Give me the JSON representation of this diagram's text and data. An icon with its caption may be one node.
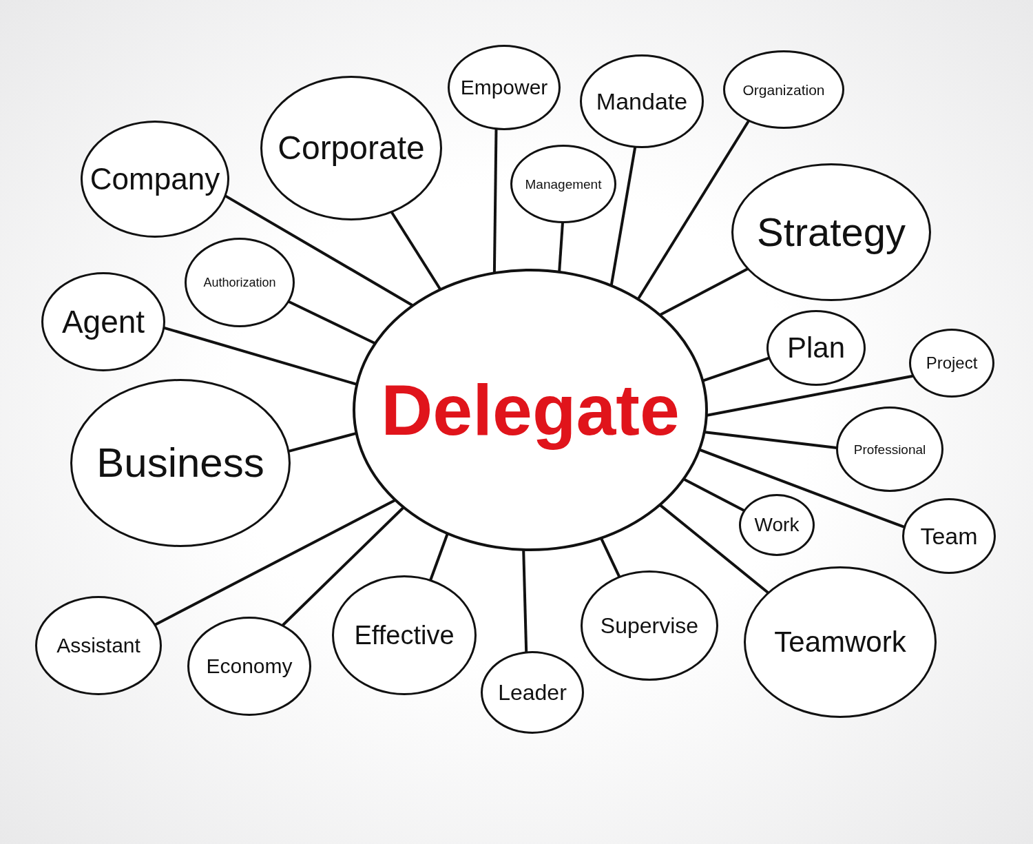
{
  "diagram": {
    "nodes": [
      {
        "text": [
          "Delegate"
        ]
      },
      {
        "text": [
          "Company"
        ]
      },
      {
        "text": [
          "Corporate"
        ]
      },
      {
        "text": [
          "Empower"
        ]
      },
      {
        "text": [
          "Management"
        ]
      },
      {
        "text": [
          "Mandate"
        ]
      },
      {
        "text": [
          "Organization"
        ]
      },
      {
        "text": [
          "Strategy"
        ]
      },
      {
        "text": [
          "Authorization"
        ]
      },
      {
        "text": [
          "Agent"
        ]
      },
      {
        "text": [
          "Plan"
        ]
      },
      {
        "text": [
          "Project"
        ]
      },
      {
        "text": [
          "Business"
        ]
      },
      {
        "text": [
          "Professional"
        ]
      },
      {
        "text": [
          "Work"
        ]
      },
      {
        "text": [
          "Team"
        ]
      },
      {
        "text": [
          "Assistant"
        ]
      },
      {
        "text": [
          "Economy"
        ]
      },
      {
        "text": [
          "Effective"
        ]
      },
      {
        "text": [
          "Leader"
        ]
      },
      {
        "text": [
          "Supervise"
        ]
      },
      {
        "text": [
          "Teamwork"
        ]
      }
    ],
    "edges": [
      {
        "from": 0,
        "to": 1,
        "arrow": "none"
      },
      {
        "from": 0,
        "to": 2,
        "arrow": "none"
      },
      {
        "from": 0,
        "to": 3,
        "arrow": "none"
      },
      {
        "from": 0,
        "to": 4,
        "arrow": "none"
      },
      {
        "from": 0,
        "to": 5,
        "arrow": "none"
      },
      {
        "from": 0,
        "to": 6,
        "arrow": "none"
      },
      {
        "from": 0,
        "to": 7,
        "arrow": "none"
      },
      {
        "from": 0,
        "to": 8,
        "arrow": "none"
      },
      {
        "from": 0,
        "to": 9,
        "arrow": "none"
      },
      {
        "from": 0,
        "to": 10,
        "arrow": "none"
      },
      {
        "from": 0,
        "to": 11,
        "arrow": "none"
      },
      {
        "from": 0,
        "to": 12,
        "arrow": "none"
      },
      {
        "from": 0,
        "to": 13,
        "arrow": "none"
      },
      {
        "from": 0,
        "to": 14,
        "arrow": "none"
      },
      {
        "from": 0,
        "to": 15,
        "arrow": "none"
      },
      {
        "from": 0,
        "to": 16,
        "arrow": "none"
      },
      {
        "from": 0,
        "to": 17,
        "arrow": "none"
      },
      {
        "from": 0,
        "to": 18,
        "arrow": "none"
      },
      {
        "from": 0,
        "to": 19,
        "arrow": "none"
      },
      {
        "from": 0,
        "to": 20,
        "arrow": "none"
      },
      {
        "from": 0,
        "to": 21,
        "arrow": "none"
      }
    ]
  }
}
